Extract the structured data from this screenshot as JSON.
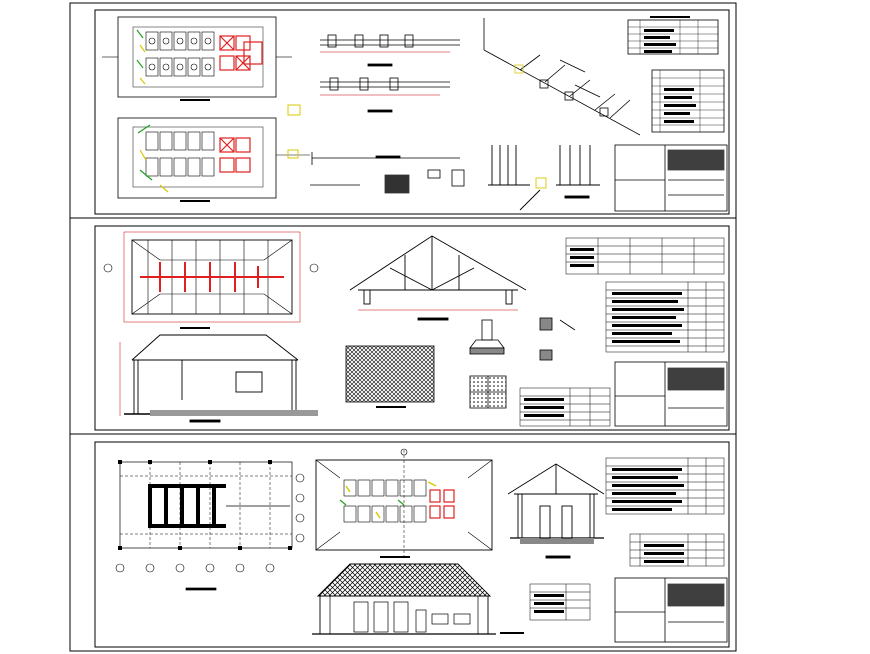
{
  "drawing": {
    "kind": "architectural CAD sheet set",
    "sheet_count": 3,
    "sheets": [
      {
        "id": "sheet-1",
        "content": [
          "floor-plan",
          "floor-plan-copy",
          "drainage-profile",
          "drainage-profile-2",
          "isometric-piping",
          "schedule-table",
          "schedule-table-2",
          "title-block",
          "elevation-detail",
          "septic-detail"
        ]
      },
      {
        "id": "sheet-2",
        "content": [
          "roof-framing-plan",
          "roof-truss-elevation",
          "section-elevation",
          "hatched-slab-plan",
          "footing-details",
          "schedule-tables",
          "title-block"
        ]
      },
      {
        "id": "sheet-3",
        "content": [
          "foundation-grid-plan",
          "toilet-layout-plan",
          "cross-section",
          "front-elevation",
          "schedule-tables",
          "title-block"
        ]
      }
    ]
  },
  "colors": {
    "line": "#000000",
    "dimension": "#cc0000",
    "highlight_red": "#e02020",
    "highlight_yellow": "#d8c800",
    "highlight_green": "#20a020",
    "sheet_border": "#000000",
    "background": "#ffffff"
  }
}
